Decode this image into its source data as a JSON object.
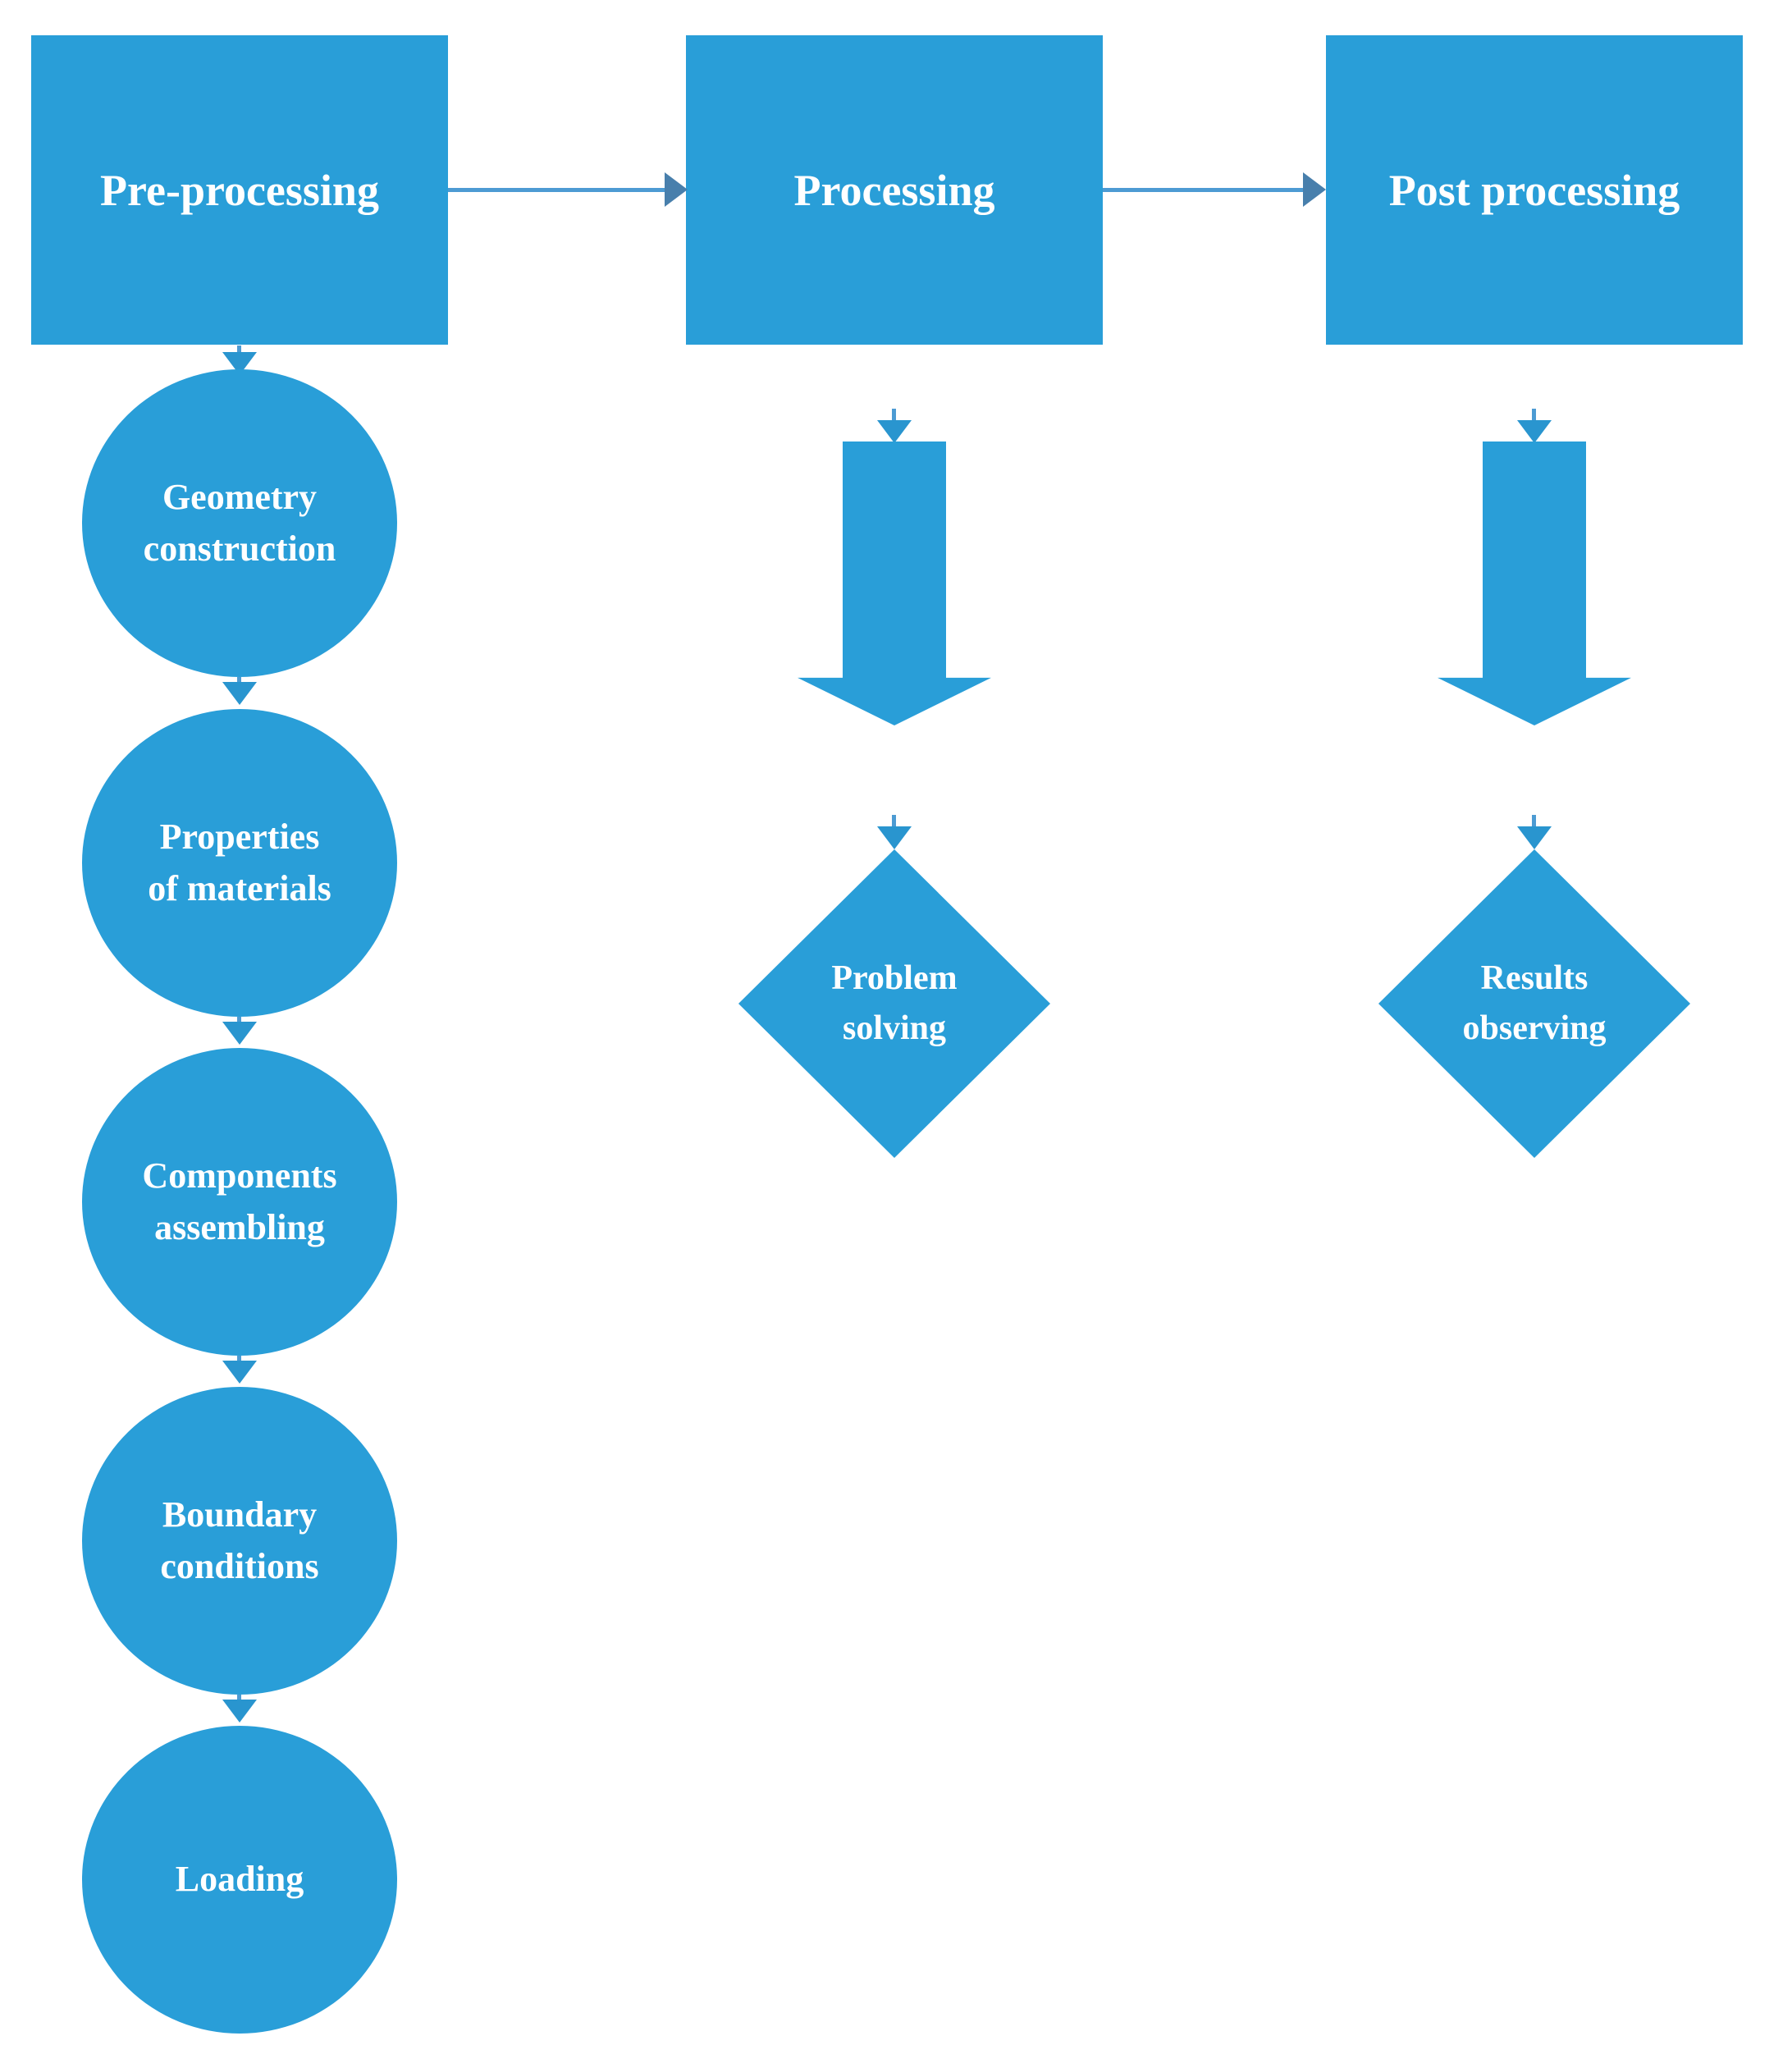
{
  "palette": {
    "shape_blue": "#299ED8",
    "connector_line_blue": "#4D9BD3",
    "connector_head_blue": "#487FAC",
    "small_arrow_blue": "#2995CF",
    "text_white": "#FFFFFF",
    "background": "#FFFFFF"
  },
  "flow": {
    "stages": [
      {
        "label": "Pre-processing"
      },
      {
        "label": "Processing"
      },
      {
        "label": "Post processing"
      }
    ],
    "pre_steps": [
      {
        "label": "Geometry\nconstruction"
      },
      {
        "label": "Properties\nof materials"
      },
      {
        "label": "Components\nassembling"
      },
      {
        "label": "Boundary\nconditions"
      },
      {
        "label": "Loading"
      }
    ],
    "processing_step": {
      "label": "Problem\nsolving"
    },
    "post_step": {
      "label": "Results\nobserving"
    }
  }
}
